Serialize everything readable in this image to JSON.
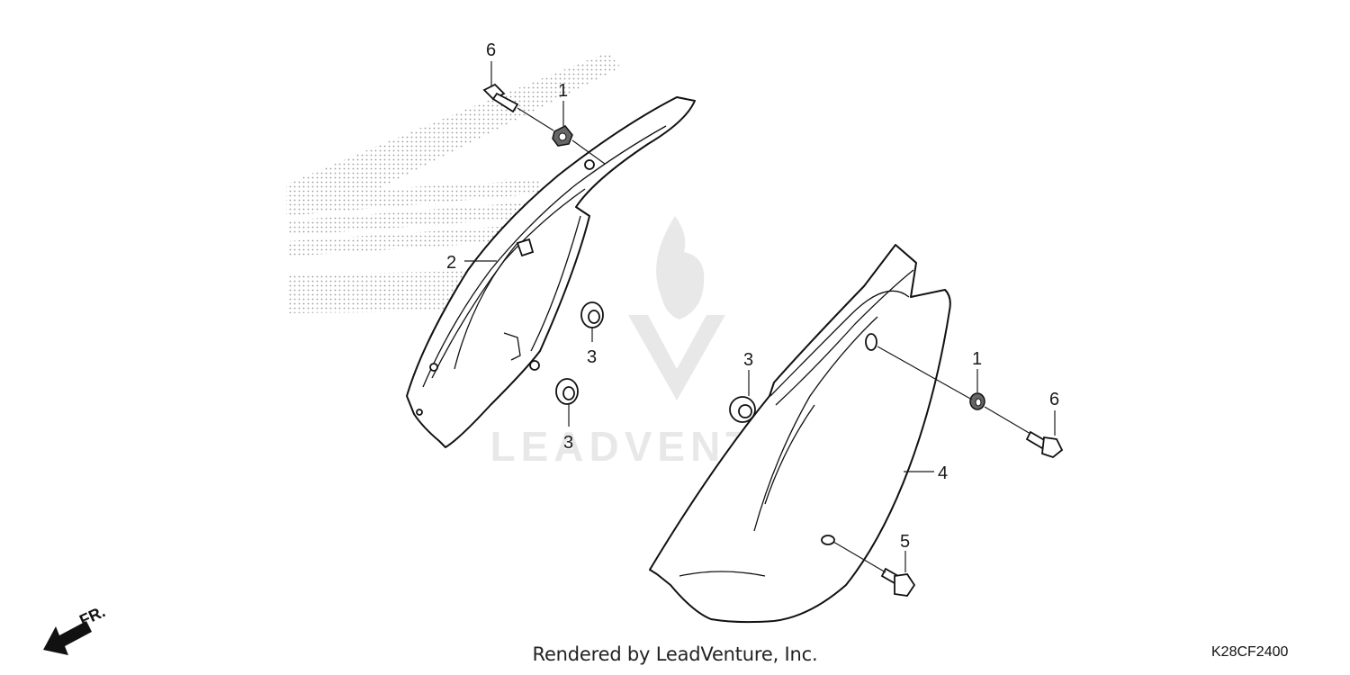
{
  "diagram": {
    "footer_text": "Rendered by LeadVenture, Inc.",
    "diagram_code": "K28CF2400",
    "direction_label": "FR.",
    "callouts": {
      "c1_top": "1",
      "c6_top": "6",
      "c2": "2",
      "c3_a": "3",
      "c3_b": "3",
      "c3_c": "3",
      "c1_right": "1",
      "c6_right": "6",
      "c4": "4",
      "c5": "5"
    },
    "colors": {
      "line": "#111111",
      "background": "#ffffff",
      "watermark": "#bbbbbb"
    }
  }
}
